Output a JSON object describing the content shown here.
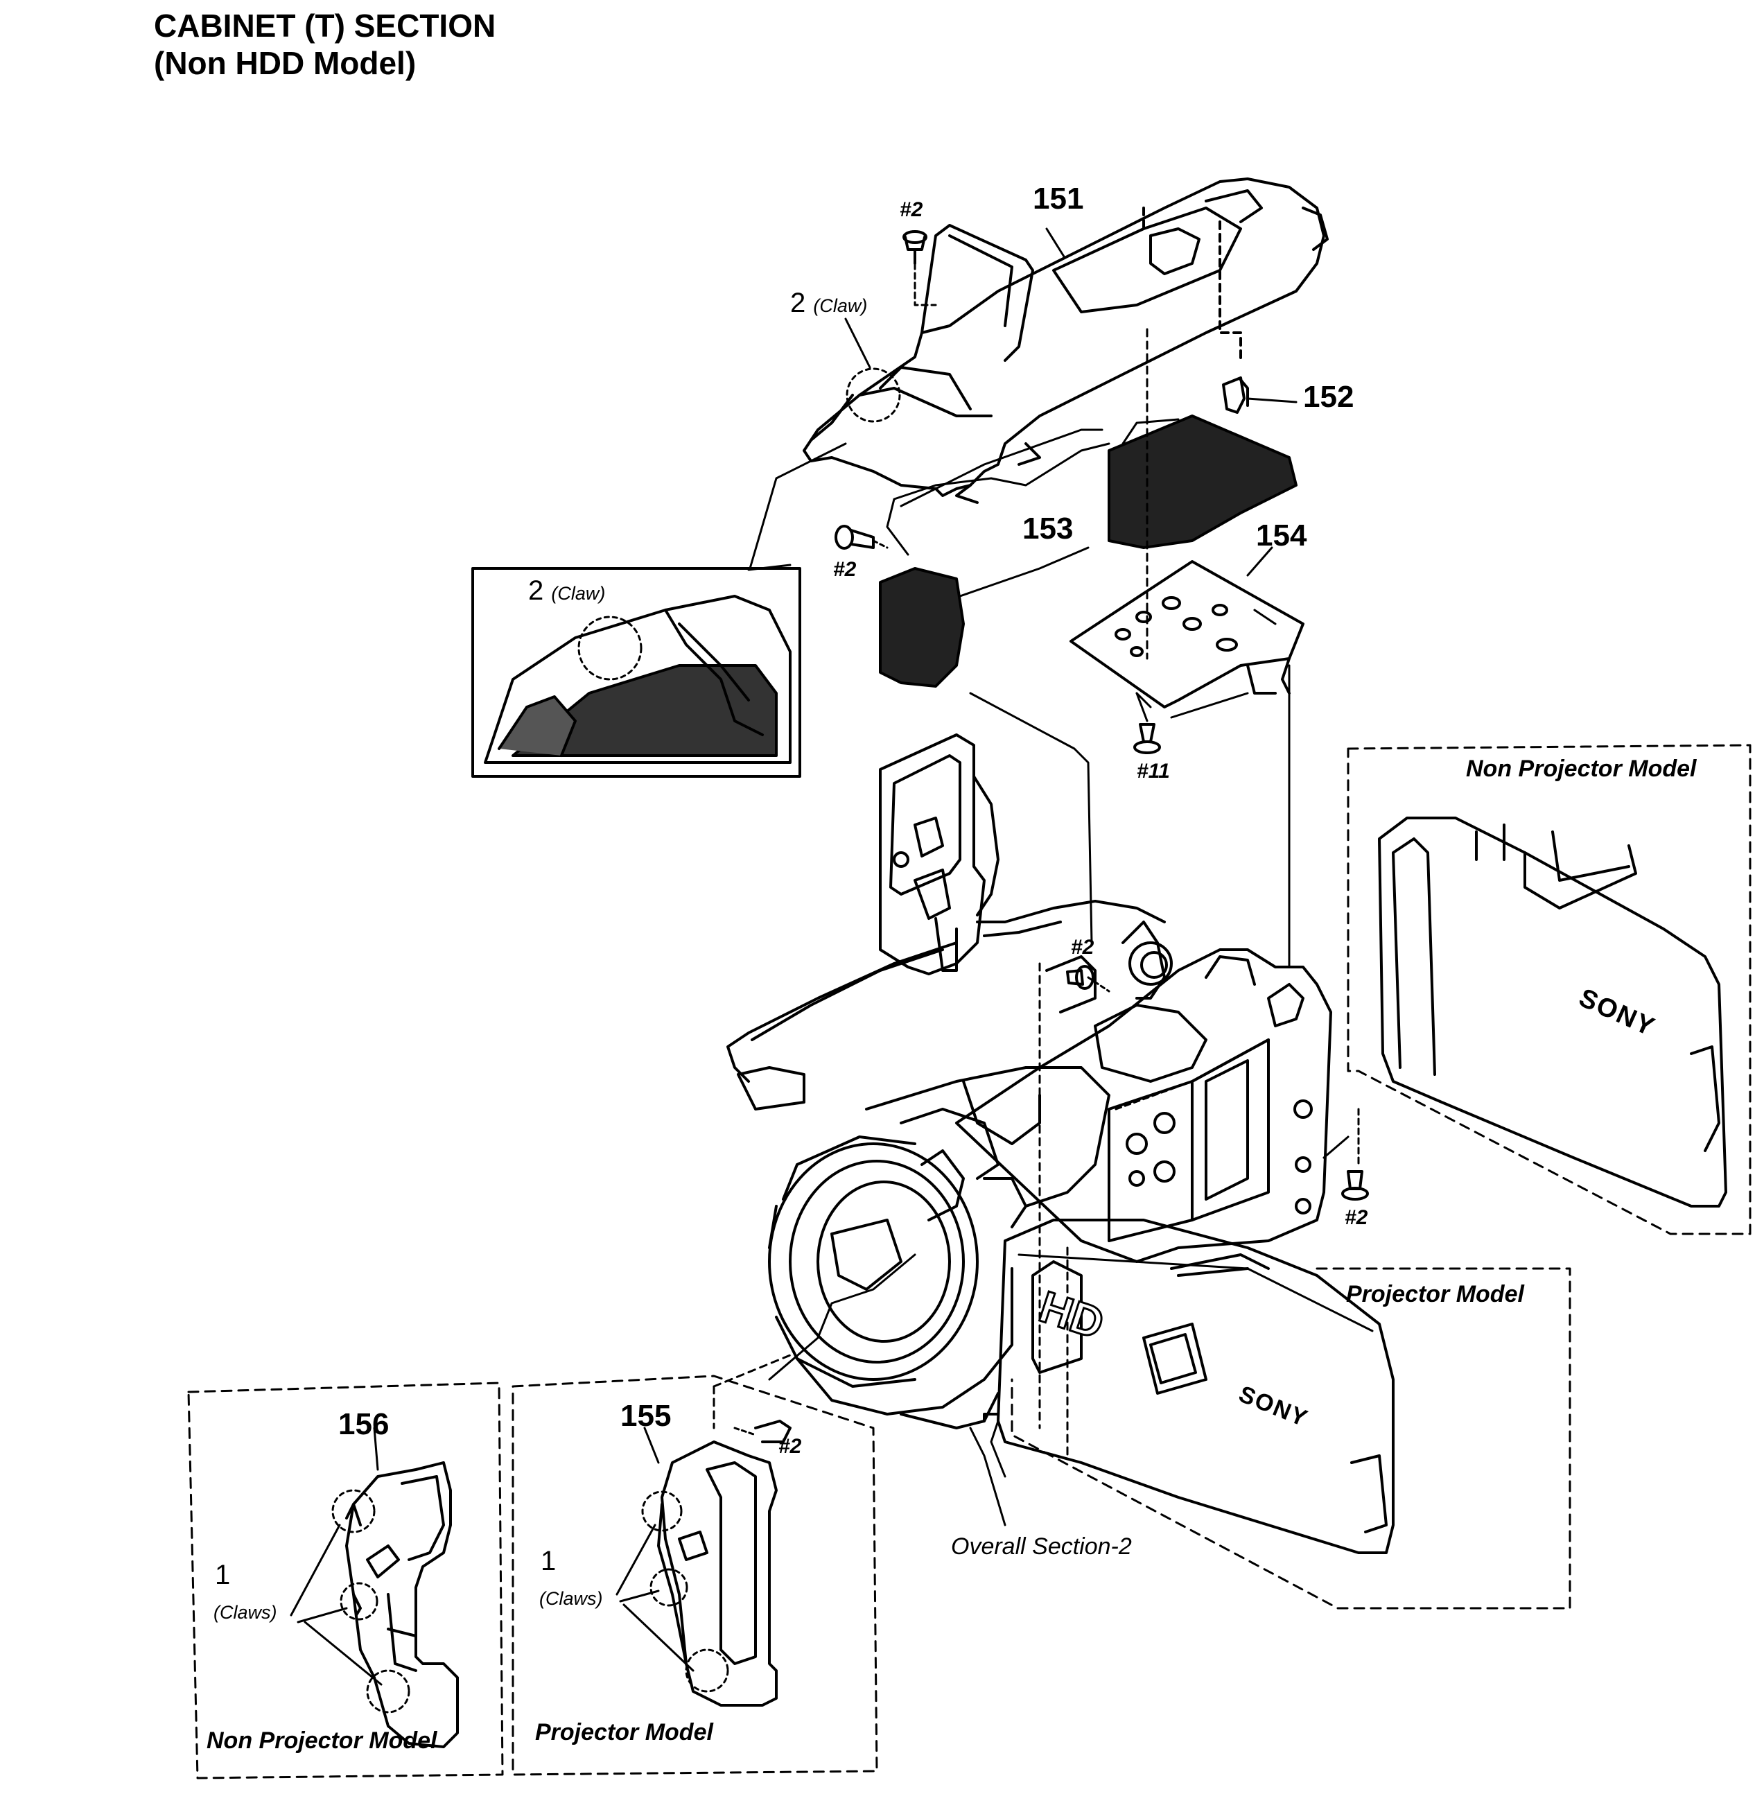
{
  "title": {
    "line1": "CABINET (T) SECTION",
    "line2": "(Non HDD Model)"
  },
  "parts": {
    "p151": "151",
    "p152": "152",
    "p153": "153",
    "p154": "154",
    "p155": "155",
    "p156": "156"
  },
  "screws": {
    "s2_top": "#2",
    "s2_left": "#2",
    "s11": "#11",
    "s2_mid": "#2",
    "s2_right": "#2",
    "s2_grip": "#2"
  },
  "claws": {
    "top_num": "2",
    "top_word": "(Claw)",
    "inset_num": "2",
    "inset_word": "(Claw)",
    "grip156_num": "1",
    "grip156_word": "(Claws)",
    "grip155_num": "1",
    "grip155_word": "(Claws)"
  },
  "models": {
    "lcd_non_projector": "Non Projector Model",
    "lcd_projector": "Projector Model",
    "grip_non_projector": "Non Projector Model",
    "grip_projector": "Projector Model"
  },
  "reference": "Overall Section-2",
  "branding": {
    "sony_plain": "SONY",
    "sony_projector": "SONY",
    "hd": "HD"
  }
}
